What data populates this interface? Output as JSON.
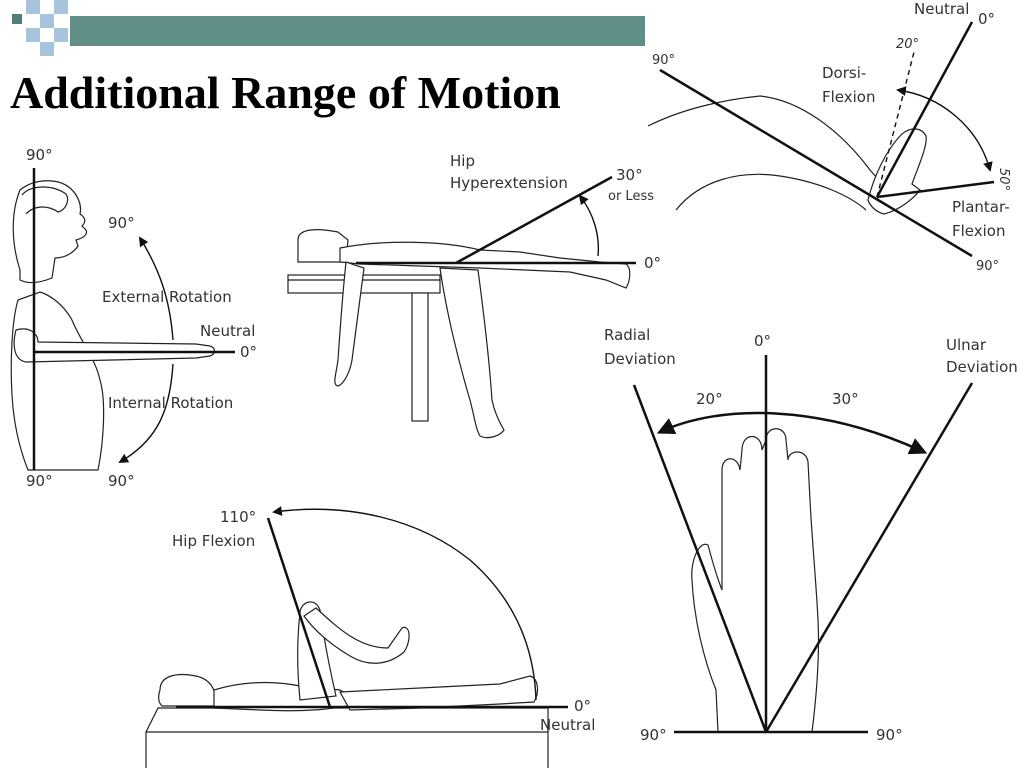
{
  "slide": {
    "title": "Additional Range of Motion",
    "colors": {
      "header_bar": "#5f8f86",
      "square_dark": "#4f7f77",
      "square_light": "#a8c4dc"
    }
  },
  "shoulder": {
    "top_deg": "90°",
    "external": "External Rotation",
    "ext_deg": "90°",
    "neutral": "Neutral",
    "zero": "0°",
    "internal": "Internal Rotation",
    "bottom_left_deg": "90°",
    "bottom_right_deg": "90°"
  },
  "hip_hyper": {
    "label_line1": "Hip",
    "label_line2": "Hyperextension",
    "deg": "30°",
    "or_less": "or Less",
    "zero": "0°"
  },
  "ankle": {
    "neutral": "Neutral",
    "zero": "0°",
    "left_deg": "90°",
    "dorsi_deg": "20°",
    "dorsi1": "Dorsi-",
    "dorsi2": "Flexion",
    "plantar_deg": "50°",
    "plantar1": "Plantar-",
    "plantar2": "Flexion",
    "bottom_deg": "90°"
  },
  "wrist": {
    "radial1": "Radial",
    "radial2": "Deviation",
    "zero": "0°",
    "ulnar1": "Ulnar",
    "ulnar2": "Deviation",
    "left_deg": "20°",
    "right_deg": "30°",
    "bottom_left": "90°",
    "bottom_right": "90°"
  },
  "hip_flex": {
    "deg": "110°",
    "label": "Hip Flexion",
    "zero": "0°",
    "neutral": "Neutral"
  }
}
